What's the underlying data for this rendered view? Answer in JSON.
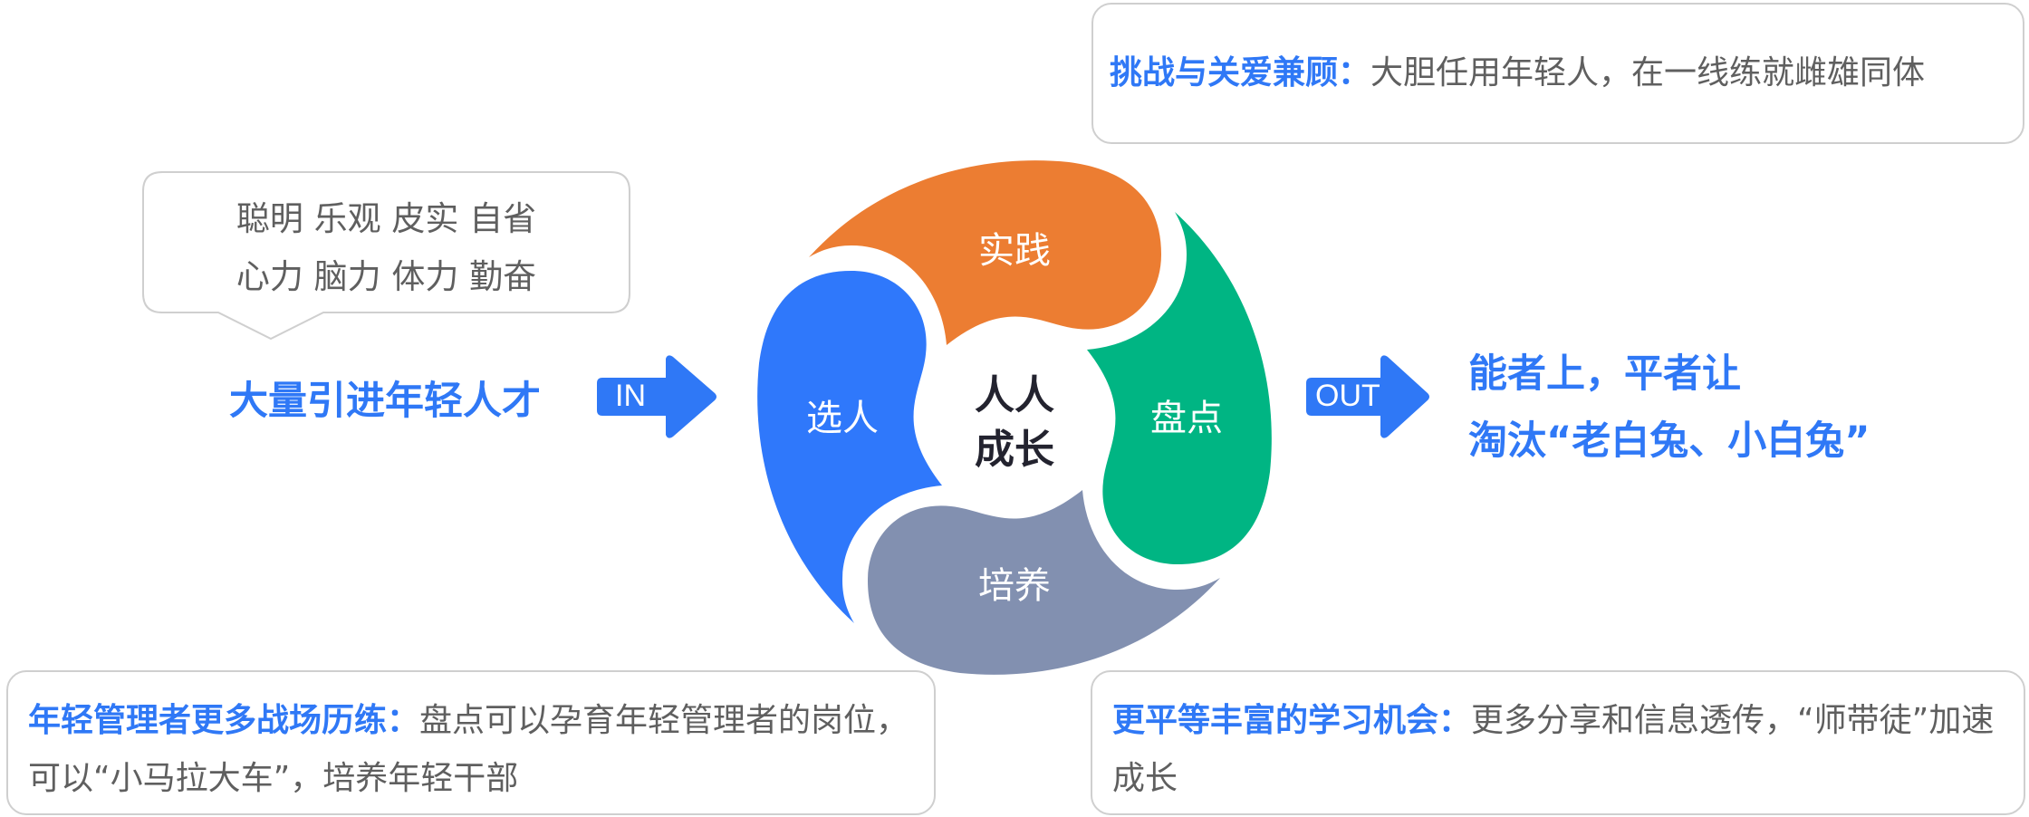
{
  "top_box": {
    "title": "挑战与关爱兼顾：",
    "text": "大胆任用年轻人，在一线练就雌雄同体"
  },
  "bubble": {
    "line1": "聪明 乐观 皮实 自省",
    "line2": "心力 脑力 体力 勤奋"
  },
  "input_label": "大量引进年轻人才",
  "in_arrow": "IN",
  "out_arrow": "OUT",
  "output": {
    "line1": "能者上，平者让",
    "line2": "淘汰“老白兔、小白兔”"
  },
  "cycle": {
    "center_line1": "人人",
    "center_line2": "成长",
    "petals": [
      {
        "label": "实践",
        "color": "#ec7d32"
      },
      {
        "label": "盘点",
        "color": "#00b583"
      },
      {
        "label": "培养",
        "color": "#8290b0"
      },
      {
        "label": "选人",
        "color": "#2f78fb"
      }
    ]
  },
  "bottom_left_box": {
    "title": "年轻管理者更多战场历练：",
    "text": "盘点可以孕育年轻管理者的岗位，可以“小马拉大车”，培养年轻干部"
  },
  "bottom_right_box": {
    "title": "更平等丰富的学习机会：",
    "text": "更多分享和信息透传，“师带徒”加速成长"
  },
  "colors": {
    "accent": "#2f78f6",
    "arrow": "#2f78f6"
  }
}
